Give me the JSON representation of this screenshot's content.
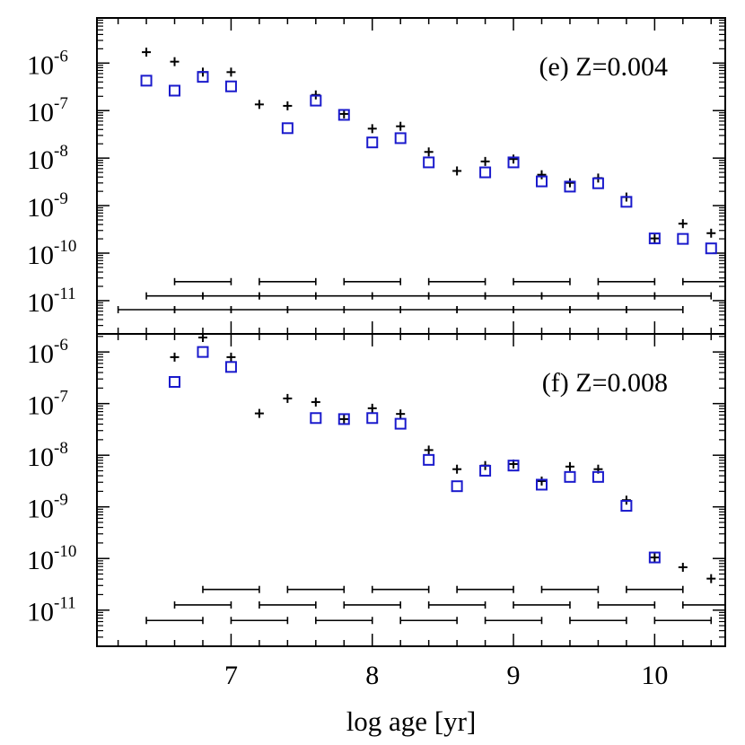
{
  "chart_data": [
    {
      "type": "scatter",
      "panel": "top",
      "annotation": "(e) Z=0.004",
      "x_axis": {
        "range": [
          6.05,
          10.5
        ],
        "major_ticks": [
          7,
          8,
          9,
          10
        ],
        "tick_labels_shown": false
      },
      "y_axis": {
        "scale": "log",
        "range_exp": [
          -11.7,
          -5.05
        ],
        "tick_labels": [
          {
            "base": "10",
            "exp": "-6",
            "value": -6
          },
          {
            "base": "10",
            "exp": "-7",
            "value": -7
          },
          {
            "base": "10",
            "exp": "-8",
            "value": -8
          },
          {
            "base": "10",
            "exp": "-9",
            "value": -9
          },
          {
            "base": "10",
            "exp": "-10",
            "value": -10
          },
          {
            "base": "10",
            "exp": "-11",
            "value": -11
          }
        ]
      },
      "series": [
        {
          "marker": "plus",
          "color": "#000000",
          "points": [
            [
              6.4,
              -5.77
            ],
            [
              6.6,
              -5.97
            ],
            [
              6.8,
              -6.19
            ],
            [
              7.0,
              -6.19
            ],
            [
              7.2,
              -6.87
            ],
            [
              7.4,
              -6.9
            ],
            [
              7.6,
              -6.67
            ],
            [
              7.8,
              -7.07
            ],
            [
              8.0,
              -7.38
            ],
            [
              8.2,
              -7.33
            ],
            [
              8.4,
              -7.87
            ],
            [
              8.6,
              -8.27
            ],
            [
              8.8,
              -8.07
            ],
            [
              9.0,
              -8.02
            ],
            [
              9.2,
              -8.35
            ],
            [
              9.4,
              -8.52
            ],
            [
              9.6,
              -8.42
            ],
            [
              9.8,
              -8.82
            ],
            [
              10.0,
              -9.69
            ],
            [
              10.2,
              -9.38
            ],
            [
              10.4,
              -9.58
            ]
          ]
        },
        {
          "marker": "open-square",
          "color": "#1a1acc",
          "points": [
            [
              6.4,
              -6.37
            ],
            [
              6.6,
              -6.58
            ],
            [
              6.8,
              -6.29
            ],
            [
              7.0,
              -6.49
            ],
            [
              7.4,
              -7.37
            ],
            [
              7.6,
              -6.79
            ],
            [
              7.8,
              -7.09
            ],
            [
              8.0,
              -7.67
            ],
            [
              8.2,
              -7.58
            ],
            [
              8.4,
              -8.09
            ],
            [
              8.8,
              -8.3
            ],
            [
              9.0,
              -8.09
            ],
            [
              9.2,
              -8.49
            ],
            [
              9.4,
              -8.6
            ],
            [
              9.6,
              -8.53
            ],
            [
              9.8,
              -8.92
            ],
            [
              10.0,
              -9.69
            ],
            [
              10.2,
              -9.7
            ],
            [
              10.4,
              -9.9
            ]
          ]
        }
      ],
      "age_bins": [
        {
          "from": 6.2,
          "to": 6.6,
          "level": -11.19
        },
        {
          "from": 6.6,
          "to": 7.0,
          "level": -11.19
        },
        {
          "from": 7.0,
          "to": 7.4,
          "level": -11.19
        },
        {
          "from": 7.4,
          "to": 7.8,
          "level": -11.19
        },
        {
          "from": 7.8,
          "to": 8.2,
          "level": -11.19
        },
        {
          "from": 8.2,
          "to": 8.6,
          "level": -11.19
        },
        {
          "from": 8.6,
          "to": 9.0,
          "level": -11.19
        },
        {
          "from": 9.0,
          "to": 9.4,
          "level": -11.19
        },
        {
          "from": 9.4,
          "to": 9.8,
          "level": -11.19
        },
        {
          "from": 9.8,
          "to": 10.2,
          "level": -11.19
        },
        {
          "from": 6.4,
          "to": 6.8,
          "level": -10.9
        },
        {
          "from": 6.8,
          "to": 7.2,
          "level": -10.9
        },
        {
          "from": 7.2,
          "to": 7.6,
          "level": -10.9
        },
        {
          "from": 7.6,
          "to": 8.0,
          "level": -10.9
        },
        {
          "from": 8.0,
          "to": 8.4,
          "level": -10.9
        },
        {
          "from": 8.4,
          "to": 8.8,
          "level": -10.9
        },
        {
          "from": 8.8,
          "to": 9.2,
          "level": -10.9
        },
        {
          "from": 9.2,
          "to": 9.6,
          "level": -10.9
        },
        {
          "from": 9.6,
          "to": 10.0,
          "level": -10.9
        },
        {
          "from": 10.0,
          "to": 10.4,
          "level": -10.9
        },
        {
          "from": 6.6,
          "to": 7.0,
          "level": -10.6
        },
        {
          "from": 7.2,
          "to": 7.6,
          "level": -10.6
        },
        {
          "from": 7.8,
          "to": 8.2,
          "level": -10.6
        },
        {
          "from": 8.4,
          "to": 8.8,
          "level": -10.6
        },
        {
          "from": 9.0,
          "to": 9.4,
          "level": -10.6
        },
        {
          "from": 9.6,
          "to": 10.0,
          "level": -10.6
        },
        {
          "from": 10.2,
          "to": 10.5,
          "level": -10.6
        }
      ]
    },
    {
      "type": "scatter",
      "panel": "bottom",
      "annotation": "(f) Z=0.008",
      "x_axis": {
        "range": [
          6.05,
          10.5
        ],
        "major_ticks": [
          7,
          8,
          9,
          10
        ],
        "tick_labels_shown": true,
        "tick_labels": [
          "7",
          "8",
          "9",
          "10"
        ]
      },
      "y_axis": {
        "scale": "log",
        "range_exp": [
          -11.7,
          -5.65
        ],
        "tick_labels": [
          {
            "base": "10",
            "exp": "-6",
            "value": -6
          },
          {
            "base": "10",
            "exp": "-7",
            "value": -7
          },
          {
            "base": "10",
            "exp": "-8",
            "value": -8
          },
          {
            "base": "10",
            "exp": "-9",
            "value": -9
          },
          {
            "base": "10",
            "exp": "-10",
            "value": -10
          },
          {
            "base": "10",
            "exp": "-11",
            "value": -11
          }
        ]
      },
      "series": [
        {
          "marker": "plus",
          "color": "#000000",
          "points": [
            [
              6.6,
              -6.1
            ],
            [
              6.8,
              -5.72
            ],
            [
              7.0,
              -6.1
            ],
            [
              7.2,
              -7.19
            ],
            [
              7.4,
              -6.9
            ],
            [
              7.6,
              -6.97
            ],
            [
              7.8,
              -7.3
            ],
            [
              8.0,
              -7.09
            ],
            [
              8.2,
              -7.2
            ],
            [
              8.4,
              -7.9
            ],
            [
              8.6,
              -8.27
            ],
            [
              8.8,
              -8.2
            ],
            [
              9.0,
              -8.17
            ],
            [
              9.2,
              -8.5
            ],
            [
              9.4,
              -8.22
            ],
            [
              9.6,
              -8.27
            ],
            [
              9.8,
              -8.87
            ],
            [
              10.0,
              -9.98
            ],
            [
              10.2,
              -10.17
            ],
            [
              10.4,
              -10.39
            ]
          ]
        },
        {
          "marker": "open-square",
          "color": "#1a1acc",
          "points": [
            [
              6.6,
              -6.58
            ],
            [
              6.8,
              -6.0
            ],
            [
              7.0,
              -6.29
            ],
            [
              7.6,
              -7.28
            ],
            [
              7.8,
              -7.3
            ],
            [
              8.0,
              -7.28
            ],
            [
              8.2,
              -7.39
            ],
            [
              8.4,
              -8.09
            ],
            [
              8.6,
              -8.6
            ],
            [
              8.8,
              -8.3
            ],
            [
              9.0,
              -8.2
            ],
            [
              9.2,
              -8.57
            ],
            [
              9.4,
              -8.42
            ],
            [
              9.6,
              -8.42
            ],
            [
              9.8,
              -8.98
            ],
            [
              10.0,
              -9.98
            ]
          ]
        }
      ],
      "age_bins": [
        {
          "from": 6.4,
          "to": 6.8,
          "level": -11.2
        },
        {
          "from": 7.0,
          "to": 7.4,
          "level": -11.2
        },
        {
          "from": 7.6,
          "to": 8.0,
          "level": -11.2
        },
        {
          "from": 8.2,
          "to": 8.6,
          "level": -11.2
        },
        {
          "from": 8.8,
          "to": 9.2,
          "level": -11.2
        },
        {
          "from": 9.4,
          "to": 9.8,
          "level": -11.2
        },
        {
          "from": 10.0,
          "to": 10.4,
          "level": -11.2
        },
        {
          "from": 6.6,
          "to": 7.0,
          "level": -10.9
        },
        {
          "from": 7.2,
          "to": 7.6,
          "level": -10.9
        },
        {
          "from": 7.8,
          "to": 8.2,
          "level": -10.9
        },
        {
          "from": 8.4,
          "to": 8.8,
          "level": -10.9
        },
        {
          "from": 9.0,
          "to": 9.4,
          "level": -10.9
        },
        {
          "from": 9.6,
          "to": 10.0,
          "level": -10.9
        },
        {
          "from": 10.2,
          "to": 10.5,
          "level": -10.9
        },
        {
          "from": 6.8,
          "to": 7.2,
          "level": -10.6
        },
        {
          "from": 7.4,
          "to": 7.8,
          "level": -10.6
        },
        {
          "from": 8.0,
          "to": 8.4,
          "level": -10.6
        },
        {
          "from": 8.6,
          "to": 9.0,
          "level": -10.6
        },
        {
          "from": 9.2,
          "to": 9.6,
          "level": -10.6
        },
        {
          "from": 9.8,
          "to": 10.2,
          "level": -10.6
        }
      ]
    }
  ],
  "figure": {
    "xlabel": "log age [yr]"
  }
}
